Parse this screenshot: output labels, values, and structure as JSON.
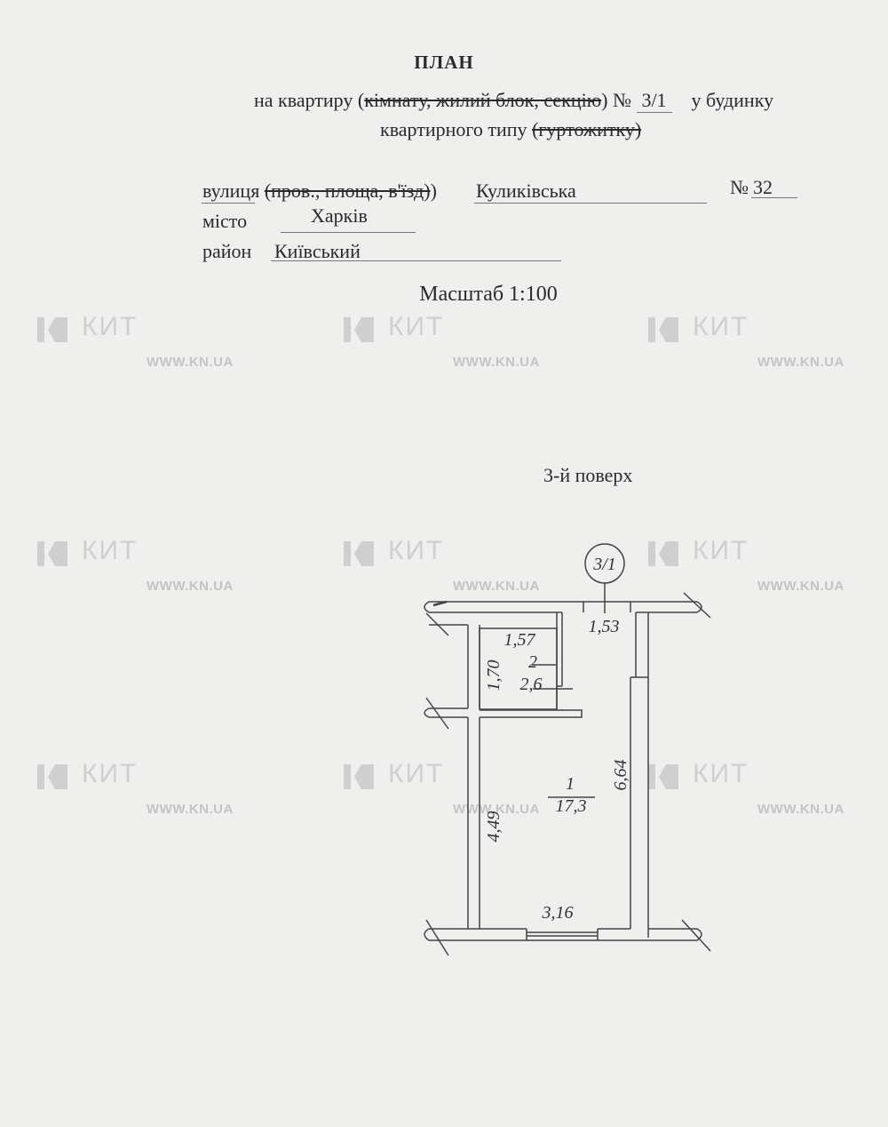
{
  "document": {
    "title": "ПЛАН",
    "line1": {
      "prefix": "на квартиру (",
      "struck": "кімнату, жилий блок, секцію",
      "suffix": ") №",
      "number": "3/1",
      "tail": "у будинку"
    },
    "line2": {
      "prefix": "квартирного типу",
      "struck": "(гуртожитку)"
    },
    "street": {
      "label": "вулиця",
      "struck": "(пров., площа, в'їзд)",
      "value": "Куликівська",
      "no_label": "№",
      "no_value": "32"
    },
    "city": {
      "label": "місто",
      "value": "Харків"
    },
    "district": {
      "label": "район",
      "value": "Київський"
    },
    "scale": "Масштаб 1:100",
    "floor": "3-й поверх"
  },
  "plan": {
    "apartment_tag": "3/1",
    "rooms": [
      {
        "number": "1",
        "area": "17,3"
      },
      {
        "number": "2",
        "area": "2,6"
      }
    ],
    "dimensions": {
      "top": "1,53",
      "bath_width": "1,57",
      "bath_height": "1,70",
      "right": "6,64",
      "left": "4,49",
      "bottom": "3,16"
    }
  },
  "watermark": {
    "brand": "КИТ",
    "url": "WWW.KN.UA"
  }
}
